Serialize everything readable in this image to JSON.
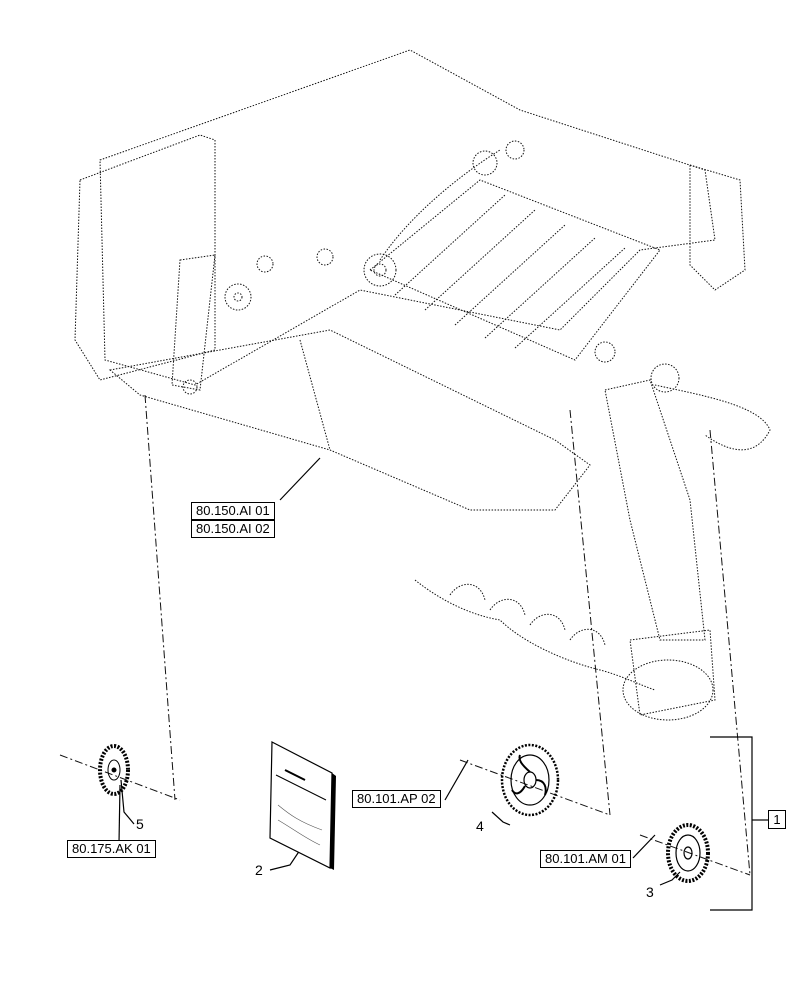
{
  "references": {
    "ref_150_01": "80.150.AI 01",
    "ref_150_02": "80.150.AI 02",
    "ref_101_ap": "80.101.AP 02",
    "ref_101_am": "80.101.AM 01",
    "ref_175_ak": "80.175.AK 01"
  },
  "callouts": {
    "item_1": "1",
    "item_2": "2",
    "item_3": "3",
    "item_4": "4",
    "item_5": "5"
  },
  "colors": {
    "line": "#000000",
    "background": "#ffffff"
  }
}
